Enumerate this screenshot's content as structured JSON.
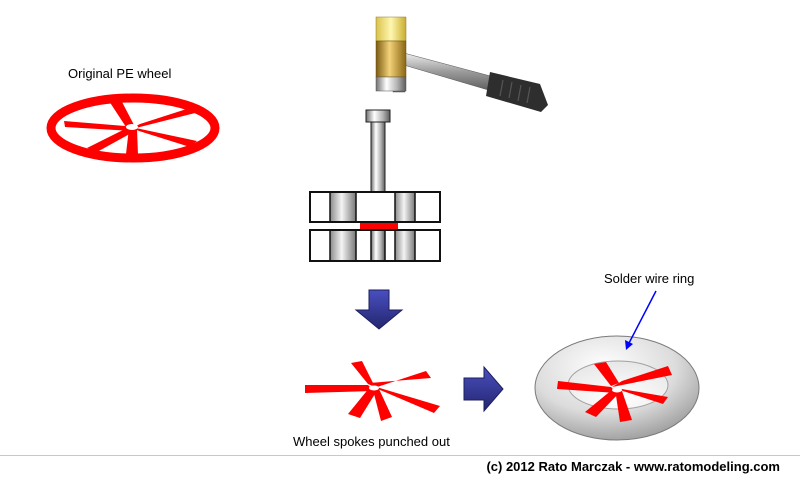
{
  "labels": {
    "original_wheel": "Original PE wheel",
    "spokes_punched": "Wheel spokes punched out",
    "solder_ring": "Solder wire ring"
  },
  "footer": {
    "copyright": "(c) 2012 Rato Marczak - www.ratomodeling.com"
  },
  "colors": {
    "wheel_red": "#ff0000",
    "arrow_blue": "#2e3192",
    "die_gray": "#9a9a9a",
    "annotation_blue": "#0000ff"
  },
  "icons": [
    "hammer-icon",
    "punch-die-icon",
    "down-arrow-icon",
    "right-arrow-icon",
    "torus-ring-icon"
  ]
}
